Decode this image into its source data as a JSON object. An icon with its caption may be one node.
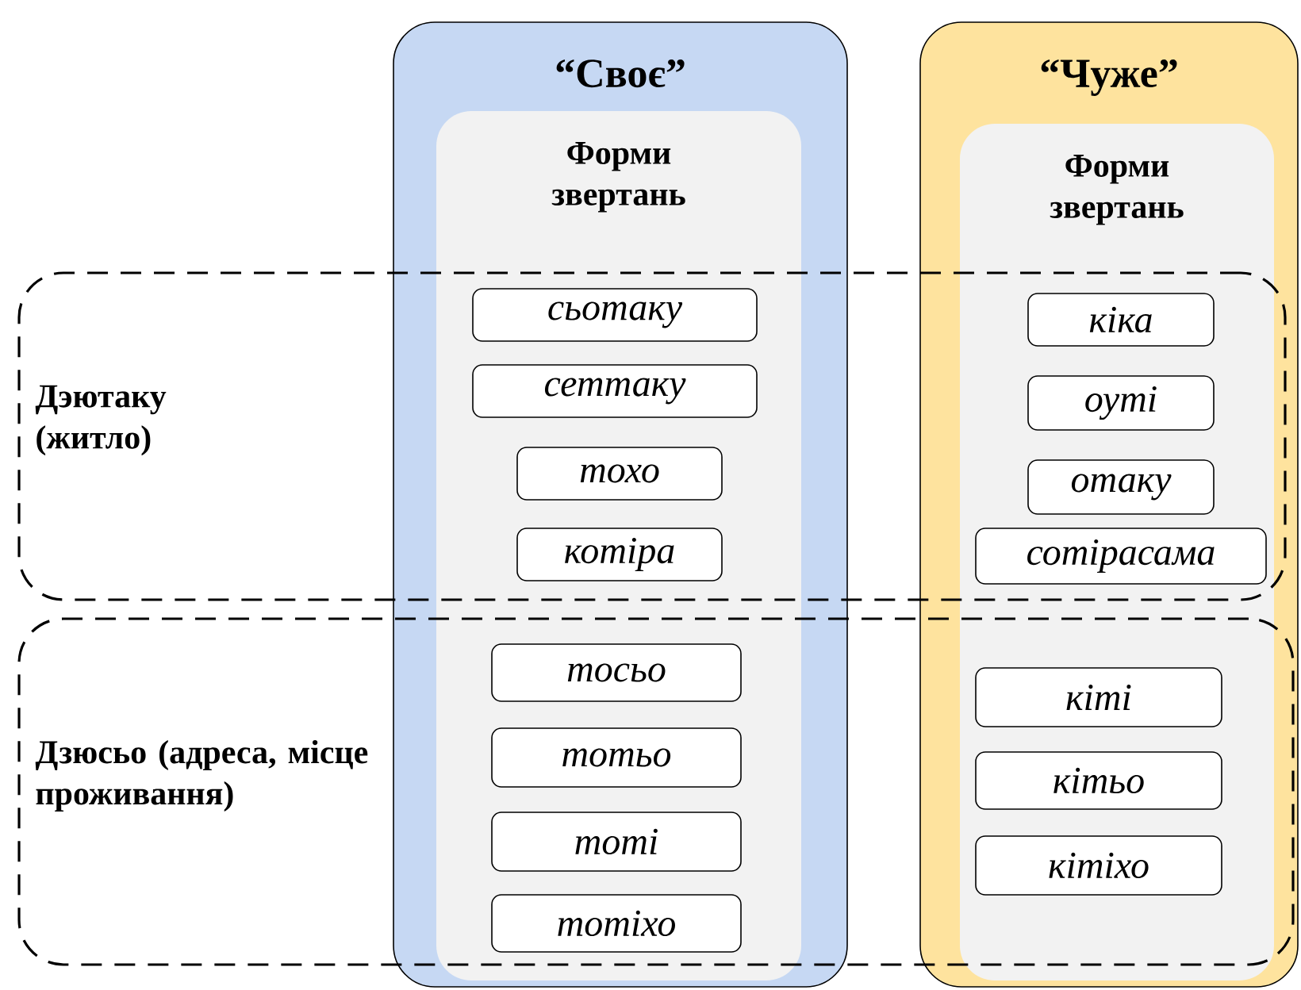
{
  "diagram": {
    "nodes": [
      {
        "text": [
          "“Своє”"
        ]
      },
      {
        "text": [
          "Форми звертань"
        ],
        "in": 0
      },
      {
        "text": [
          "“Чуже”"
        ]
      },
      {
        "text": [
          "Форми звертань"
        ],
        "in": 2
      },
      {
        "text": [
          "Дэютаку (житло)"
        ]
      },
      {
        "text": [
          "Дзюсьо (адреса, місце проживання)"
        ]
      },
      {
        "text": [
          "сьотаку"
        ]
      },
      {
        "text": [
          "сеттаку"
        ]
      },
      {
        "text": [
          "тохо"
        ]
      },
      {
        "text": [
          "котіра"
        ]
      },
      {
        "text": [
          "кіка"
        ]
      },
      {
        "text": [
          "оуті"
        ]
      },
      {
        "text": [
          "отаку"
        ]
      },
      {
        "text": [
          "сотірасама"
        ]
      },
      {
        "text": [
          "тосьо"
        ]
      },
      {
        "text": [
          "тотьо"
        ]
      },
      {
        "text": [
          "тоті"
        ]
      },
      {
        "text": [
          "тотіхо"
        ]
      },
      {
        "text": [
          "кіті"
        ]
      },
      {
        "text": [
          "кітьо"
        ]
      },
      {
        "text": [
          "кітіхо"
        ]
      }
    ]
  }
}
